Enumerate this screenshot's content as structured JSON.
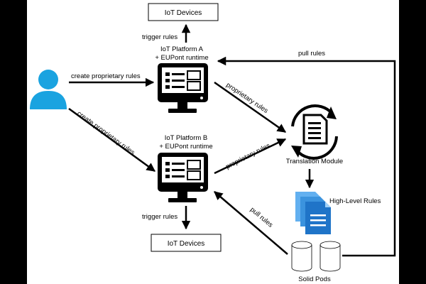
{
  "nodes": {
    "iot_devices_top": "IoT Devices",
    "iot_devices_bottom": "IoT Devices",
    "platform_a": [
      "IoT Platform A",
      "+ EUPont runtime"
    ],
    "platform_b": [
      "IoT Platform B",
      "+ EUPont runtime"
    ],
    "translation_module": "Translation Module",
    "high_level_rules": "High-Level Rules",
    "solid_pods": "Solid Pods"
  },
  "edges": {
    "user_to_a": "create proprietary rules",
    "user_to_b": "create proprietary rules",
    "a_to_devices": "trigger rules",
    "b_to_devices": "trigger rules",
    "a_to_translation": "proprietary rules",
    "b_to_translation": "proprietary rules",
    "pods_to_a": "pull rules",
    "pods_to_b": "pull rules"
  },
  "colors": {
    "user": "#1aa3e0",
    "document_dark": "#1f74c8",
    "document_light": "#62b0f0",
    "line": "#000000",
    "background": "#ffffff",
    "letterbox": "#000000"
  }
}
